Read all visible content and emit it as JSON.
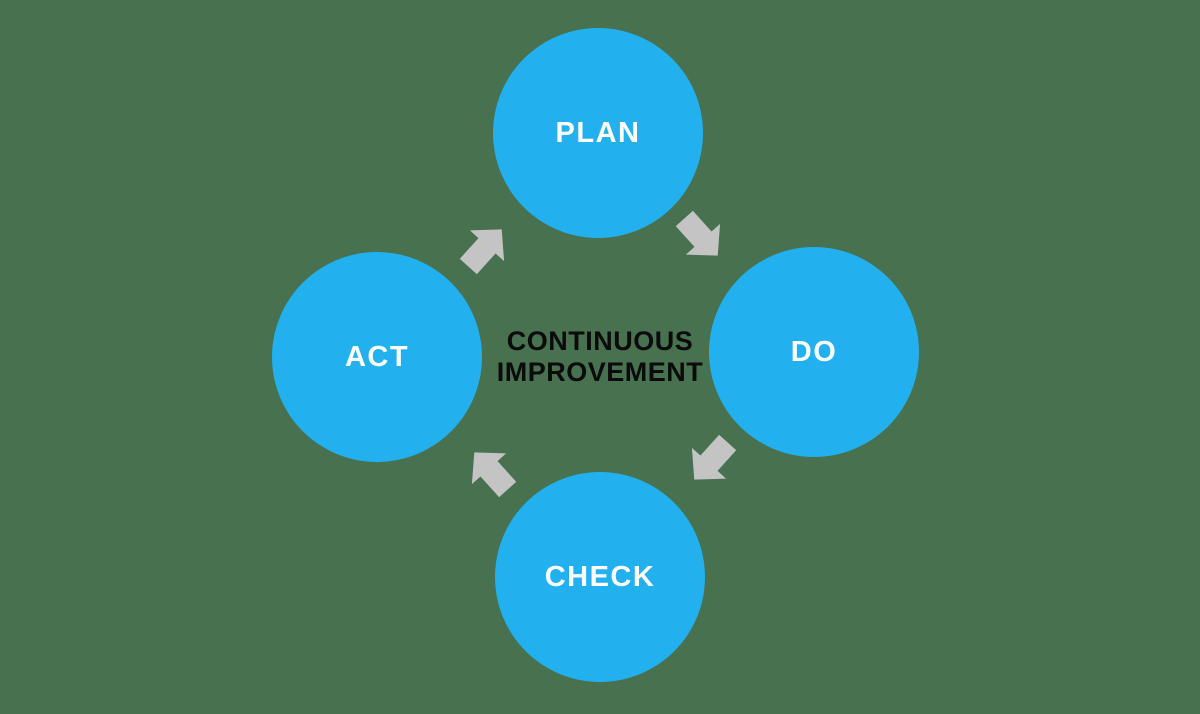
{
  "background_color": "#47714F",
  "diagram": {
    "type": "cycle",
    "name": "pdca-continuous-improvement-cycle",
    "center": {
      "line1": "CONTINUOUS",
      "line2": "IMPROVEMENT"
    },
    "nodes": [
      {
        "id": "plan",
        "label": "PLAN",
        "position": "top"
      },
      {
        "id": "do",
        "label": "DO",
        "position": "right"
      },
      {
        "id": "check",
        "label": "CHECK",
        "position": "bottom"
      },
      {
        "id": "act",
        "label": "ACT",
        "position": "left"
      }
    ],
    "arrows": [
      {
        "id": "act-to-plan",
        "direction": "up-right"
      },
      {
        "id": "plan-to-do",
        "direction": "down-right"
      },
      {
        "id": "do-to-check",
        "direction": "down-left"
      },
      {
        "id": "check-to-act",
        "direction": "up-left"
      }
    ],
    "colors": {
      "node_fill": "#22B1EE",
      "node_text": "#FFFFFF",
      "arrow_fill": "#C4C4C4",
      "center_text": "#0B0B0B",
      "page_bg": "#47714F"
    }
  }
}
